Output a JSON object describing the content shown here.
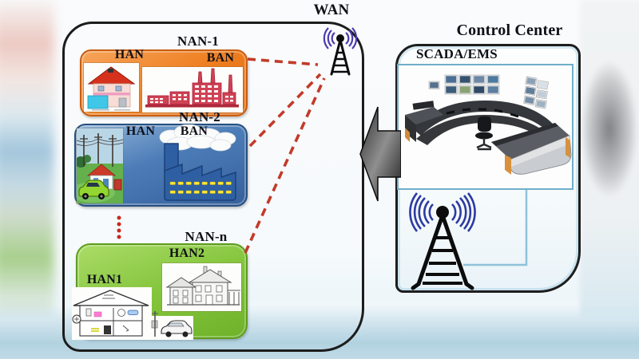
{
  "wan": {
    "label": "WAN"
  },
  "field_area": {
    "nan1": {
      "label": "NAN-1",
      "han_label": "HAN",
      "ban_label": "BAN",
      "color": "#ee7e1f"
    },
    "nan2": {
      "label": "NAN-2",
      "han_label": "HAN",
      "ban_label": "BAN",
      "color": "#4c7cb7"
    },
    "nan_n": {
      "label": "NAN-n",
      "han1_label": "HAN1",
      "han2_label": "HAN2",
      "color": "#84c53c"
    },
    "ellipsis": "more NANs (dotted)"
  },
  "control_center": {
    "label": "Control Center",
    "scada_label": "SCADA/EMS"
  },
  "link_colors": {
    "nan_to_wan_dashed": "#c23b2a",
    "radio_wave_wan": "#4a3cae",
    "radio_wave_control": "#2c3ba2",
    "scada_to_antenna": "#8fc2da",
    "flow_arrow": "#4a4a4a"
  },
  "icons": {
    "wan_antenna": "radio-tower",
    "control_antenna": "radio-tower",
    "flow_arrow": "left-arrow",
    "han_house": "house-3d",
    "ban_factory_red": "factory-skyline",
    "nan2_neighborhood": "neighborhood-scene",
    "nan2_factory_blue": "factory-smoke",
    "han1_schematic": "house-cross-section",
    "han2_house": "two-story-house",
    "control_room": "operator-console"
  }
}
